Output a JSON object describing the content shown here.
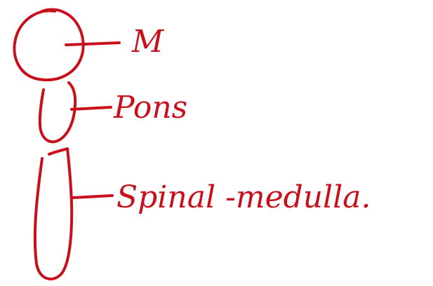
{
  "diagram": {
    "ink_color": "#c8101c",
    "background": "#ffffff",
    "parts": [
      {
        "id": "top",
        "shape": "circle",
        "label": "M"
      },
      {
        "id": "middle",
        "shape": "u-shape",
        "label": "Pons"
      },
      {
        "id": "bottom",
        "shape": "tall-u-shape",
        "label": "Spinal -medulla."
      }
    ]
  }
}
